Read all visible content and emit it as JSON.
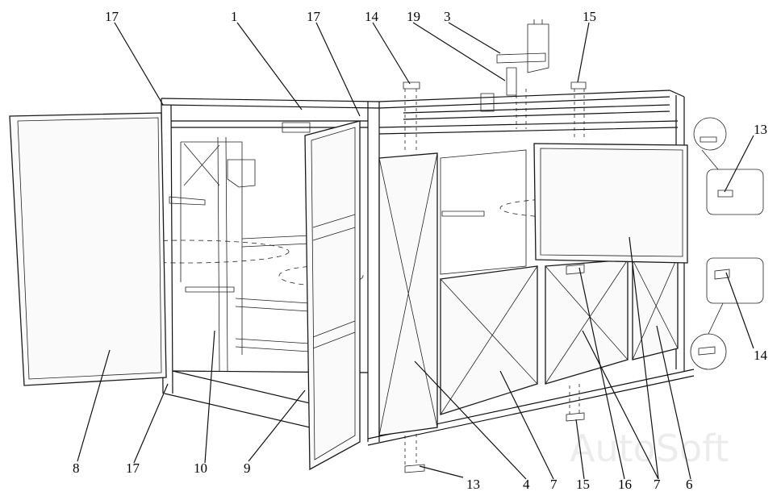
{
  "callouts": [
    {
      "id": "c-17-top-left",
      "text": "17"
    },
    {
      "id": "c-1",
      "text": "1"
    },
    {
      "id": "c-17-top-mid",
      "text": "17"
    },
    {
      "id": "c-14-top",
      "text": "14"
    },
    {
      "id": "c-19",
      "text": "19"
    },
    {
      "id": "c-3",
      "text": "3"
    },
    {
      "id": "c-15-top",
      "text": "15"
    },
    {
      "id": "c-13-right",
      "text": "13"
    },
    {
      "id": "c-14-right",
      "text": "14"
    },
    {
      "id": "c-8",
      "text": "8"
    },
    {
      "id": "c-17-bottom",
      "text": "17"
    },
    {
      "id": "c-10",
      "text": "10"
    },
    {
      "id": "c-9",
      "text": "9"
    },
    {
      "id": "c-13-bottom",
      "text": "13"
    },
    {
      "id": "c-4",
      "text": "4"
    },
    {
      "id": "c-7-bottom-left",
      "text": "7"
    },
    {
      "id": "c-15-bottom",
      "text": "15"
    },
    {
      "id": "c-16",
      "text": "16"
    },
    {
      "id": "c-7-bottom-right",
      "text": "7"
    },
    {
      "id": "c-6",
      "text": "6"
    }
  ],
  "watermark": "AutoSoft"
}
